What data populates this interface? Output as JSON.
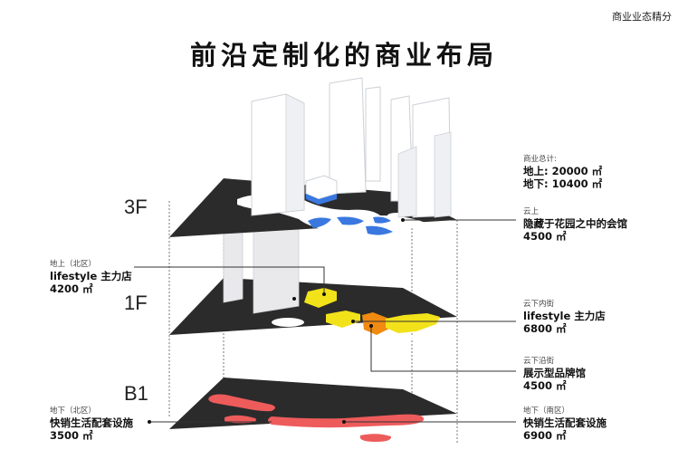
{
  "corner_label": "商业业态精分",
  "title": "前沿定制化的商业布局",
  "floors": {
    "f3": "3F",
    "f1": "1F",
    "b1": "B1"
  },
  "summary": {
    "heading": "商业总计:",
    "above": "地上:  20000 ㎡",
    "below": "地下:  10400 ㎡"
  },
  "labels": {
    "cloud_top": {
      "cat": "云上",
      "name": "隐藏于花园之中的会馆",
      "area": "4500 ㎡"
    },
    "north_above": {
      "cat": "地上（北区）",
      "name": "lifestyle 主力店",
      "area": "4200 ㎡"
    },
    "inner_street": {
      "cat": "云下内街",
      "name": "lifestyle 主力店",
      "area": "6800 ㎡"
    },
    "street_edge": {
      "cat": "云下沿街",
      "name": "展示型品牌馆",
      "area": "4500 ㎡"
    },
    "north_below": {
      "cat": "地下（北区）",
      "name": "快销生活配套设施",
      "area": "3500 ㎡"
    },
    "south_below": {
      "cat": "地下（南区）",
      "name": "快销生活配套设施",
      "area": "6900 ㎡"
    }
  },
  "colors": {
    "slab": "#2b2b2b",
    "retail_yellow": "#f2e21a",
    "retail_orange": "#f08a10",
    "club_blue": "#3a78e0",
    "underground_red": "#ee5b5b"
  }
}
